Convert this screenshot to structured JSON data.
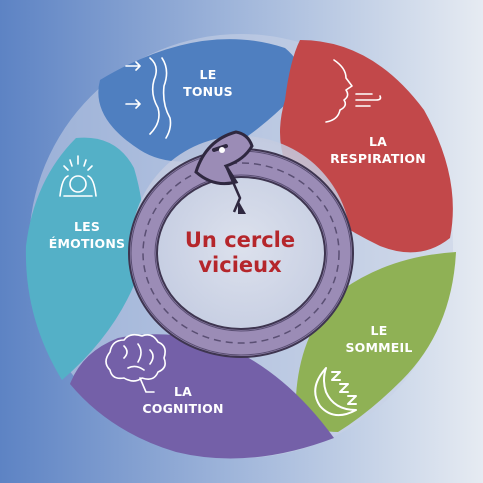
{
  "center": {
    "line1": "Un cercle",
    "line2": "vicieux"
  },
  "segments": [
    {
      "id": "tonus",
      "line1": "LE",
      "line2": "TONUS",
      "icon": "body-posture-icon",
      "color": "#4f7fc0"
    },
    {
      "id": "respiration",
      "line1": "LA",
      "line2": "RESPIRATION",
      "icon": "breathing-face-icon",
      "color": "#c2484a"
    },
    {
      "id": "sommeil",
      "line1": "LE",
      "line2": "SOMMEIL",
      "icon": "moon-sleep-icon",
      "color": "#8fb155"
    },
    {
      "id": "cognition",
      "line1": "LA",
      "line2": "COGNITION",
      "icon": "brain-icon",
      "color": "#7460a8"
    },
    {
      "id": "emotions",
      "line1": "LES",
      "line2": "ÉMOTIONS",
      "icon": "stress-head-icon",
      "color": "#54b0c7"
    }
  ],
  "colors": {
    "background_left": "#5d83c4",
    "background_right": "#e6ebf2",
    "snake": "#9b8cb6",
    "center_text": "#b5262b"
  }
}
